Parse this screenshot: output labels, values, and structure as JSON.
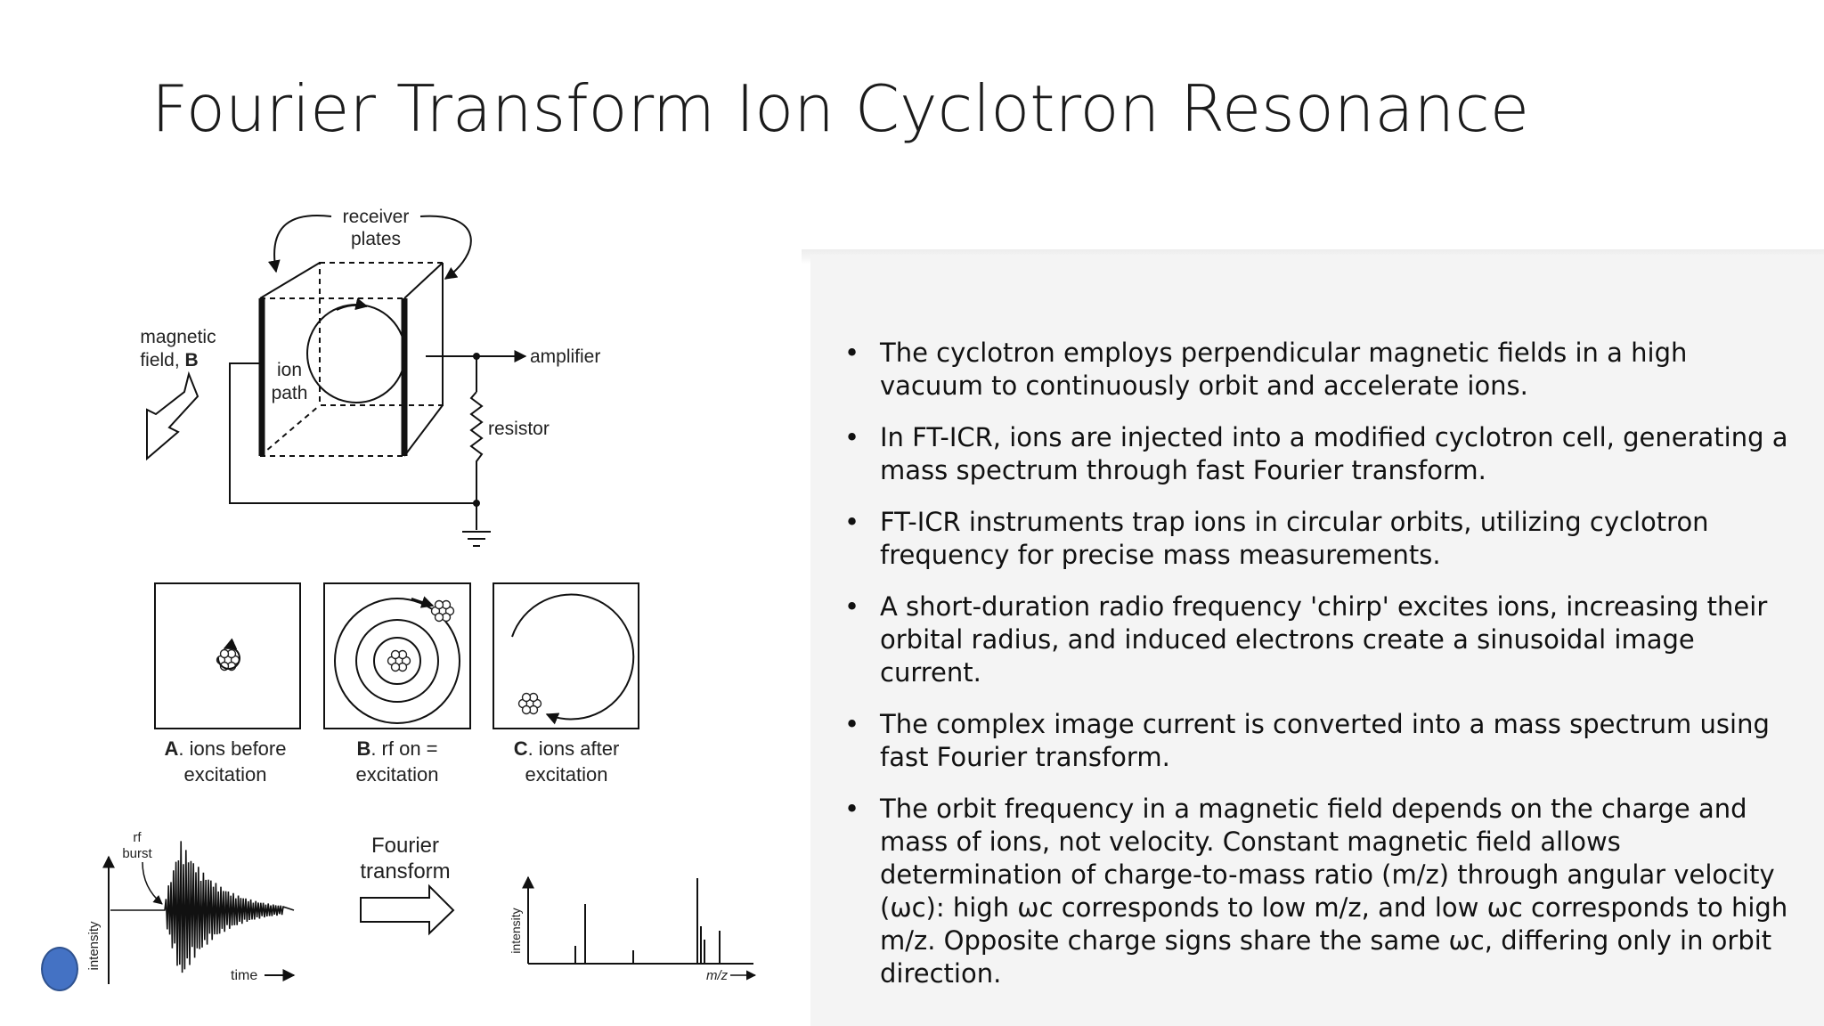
{
  "slide": {
    "title": "Fourier Transform Ion Cyclotron Resonance",
    "bullets": [
      "The cyclotron employs perpendicular magnetic fields in a high vacuum to continuously orbit and accelerate ions.",
      "In FT-ICR, ions are injected into a modified cyclotron cell, generating a mass spectrum through fast Fourier transform.",
      "FT-ICR instruments trap ions in circular orbits, utilizing cyclotron frequency for precise mass measurements.",
      "A short-duration radio frequency 'chirp' excites ions, increasing their orbital radius, and induced electrons create a sinusoidal image current.",
      "The complex image current is converted into a mass spectrum using fast Fourier transform.",
      "The orbit frequency in a magnetic field depends on the charge and mass of ions, not velocity. Constant magnetic field allows determination of charge-to-mass ratio (m/z) through angular velocity (ωc): high ωc corresponds to low m/z, and low ωc corresponds to high m/z. Opposite charge signs share the same ωc, differing only in orbit direction."
    ],
    "bullet_glyph": "•",
    "accent_color": "#4472c4"
  },
  "diagram": {
    "cell": {
      "receiver_plates_line1": "receiver",
      "receiver_plates_line2": "plates",
      "magnetic_line1": "magnetic",
      "magnetic_line2": "field, ",
      "magnetic_symbol": "B",
      "ion_line1": "ion",
      "ion_line2": "path",
      "amplifier": "amplifier",
      "resistor": "resistor"
    },
    "panels": [
      {
        "letter": "A",
        "line1": ". ions before",
        "line2": "excitation"
      },
      {
        "letter": "B",
        "line1": ". rf on =",
        "line2": "excitation"
      },
      {
        "letter": "C",
        "line1": ". ions after",
        "line2": "excitation"
      }
    ],
    "signal": {
      "rf_line1": "rf",
      "rf_line2": "burst",
      "y_label": "intensity",
      "x_label": "time",
      "transform_line1": "Fourier",
      "transform_line2": "transform",
      "spectrum_y_label": "intensity",
      "spectrum_x_label": "m/z"
    }
  }
}
